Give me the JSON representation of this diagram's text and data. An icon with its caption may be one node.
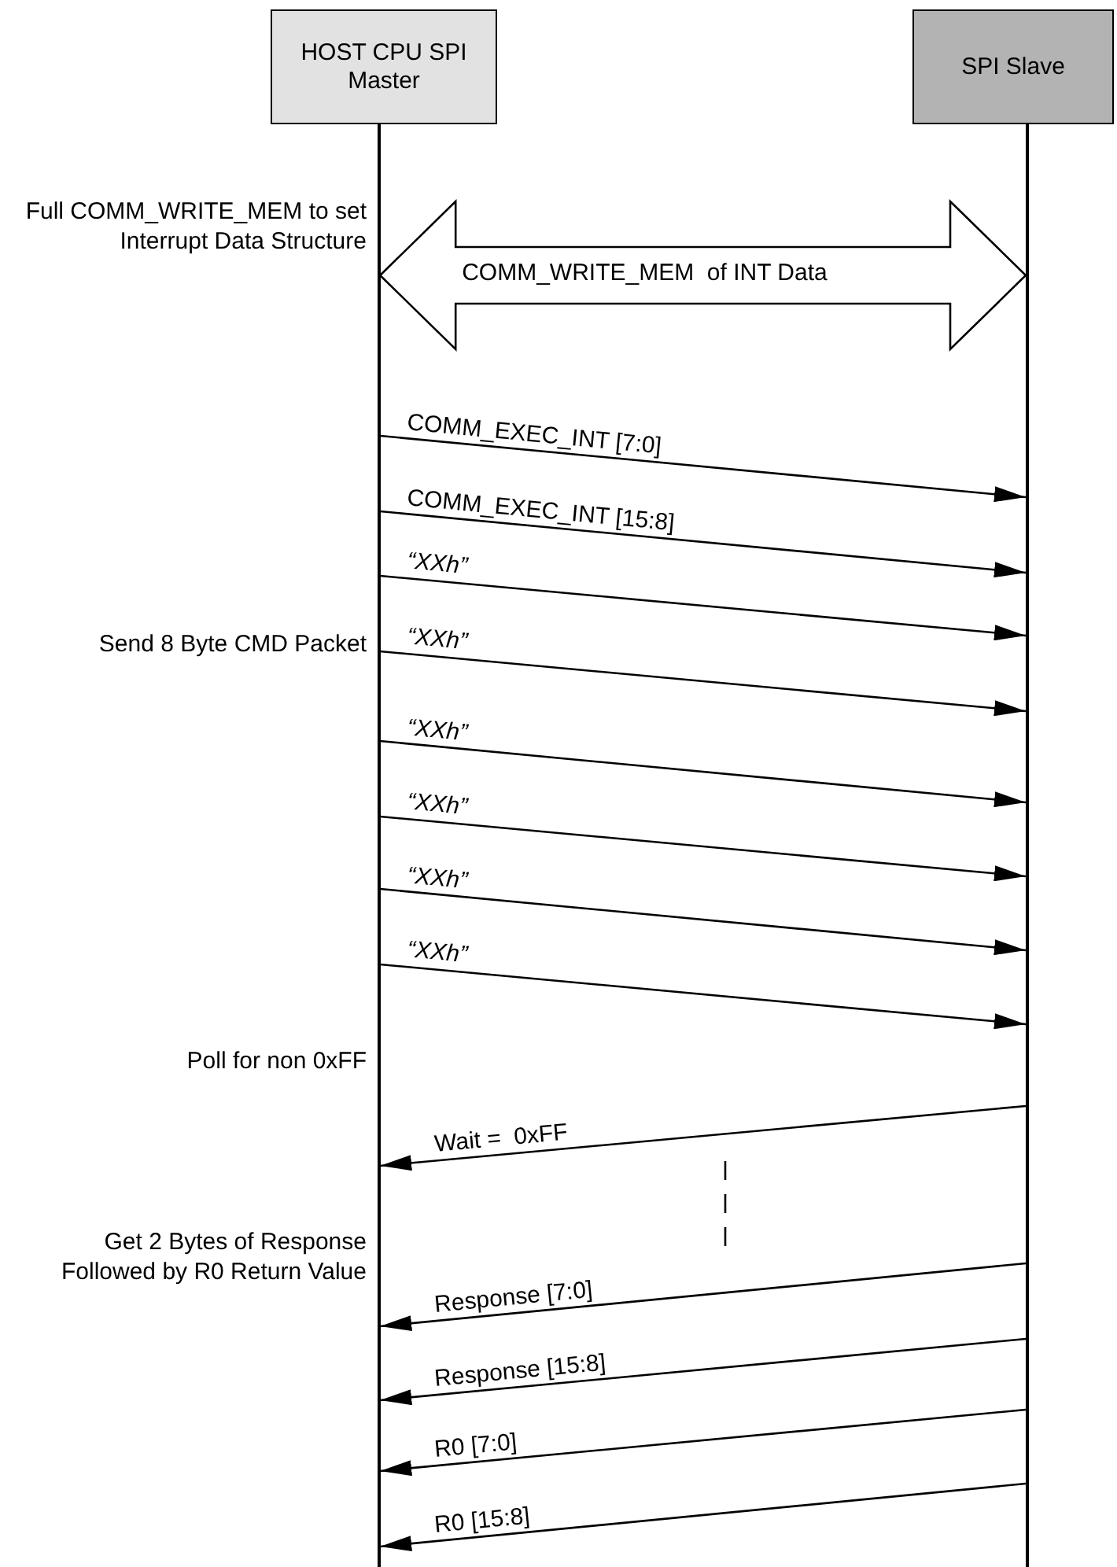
{
  "diagram": {
    "nodes": [
      {
        "text": [
          "HOST CPU SPI Master"
        ]
      },
      {
        "text": [
          "SPI Slave"
        ]
      },
      {
        "text": [],
        "shape": "bar"
      },
      {
        "text": [],
        "shape": "bar"
      }
    ],
    "edges": [
      {
        "from": 2,
        "to": 3,
        "arrow": "both",
        "style": "thick",
        "label": "COMM_WRITE_MEM  of INT Data"
      },
      {
        "from": 2,
        "to": 3,
        "arrow": "to",
        "label": "COMM_EXEC_INT [7:0]"
      },
      {
        "from": 2,
        "to": 3,
        "arrow": "to",
        "label": "COMM_EXEC_INT [15:8]"
      },
      {
        "from": 2,
        "to": 3,
        "arrow": "to",
        "label": "“XXh”"
      },
      {
        "from": 2,
        "to": 3,
        "arrow": "to",
        "label": "“XXh”"
      },
      {
        "from": 2,
        "to": 3,
        "arrow": "to",
        "label": "“XXh”"
      },
      {
        "from": 2,
        "to": 3,
        "arrow": "to",
        "label": "“XXh”"
      },
      {
        "from": 2,
        "to": 3,
        "arrow": "to",
        "label": "“XXh”"
      },
      {
        "from": 2,
        "to": 3,
        "arrow": "to",
        "label": "“XXh”"
      },
      {
        "from": 3,
        "to": 2,
        "arrow": "to",
        "label": "Wait =  0xFF"
      },
      {
        "from": 3,
        "to": 2,
        "arrow": "to",
        "label": "Response [7:0]"
      },
      {
        "from": 3,
        "to": 2,
        "arrow": "to",
        "label": "Response [15:8]"
      },
      {
        "from": 3,
        "to": 2,
        "arrow": "to",
        "label": "R0 [7:0]"
      },
      {
        "from": 3,
        "to": 2,
        "arrow": "to",
        "label": "R0 [15:8]"
      }
    ],
    "labels": [
      "Full COMM_WRITE_MEM to set Interrupt Data Structure",
      "Send 8 Byte CMD Packet",
      "Poll for non 0xFF",
      "Get 2 Bytes of Response Followed by R0 Return Value"
    ]
  }
}
